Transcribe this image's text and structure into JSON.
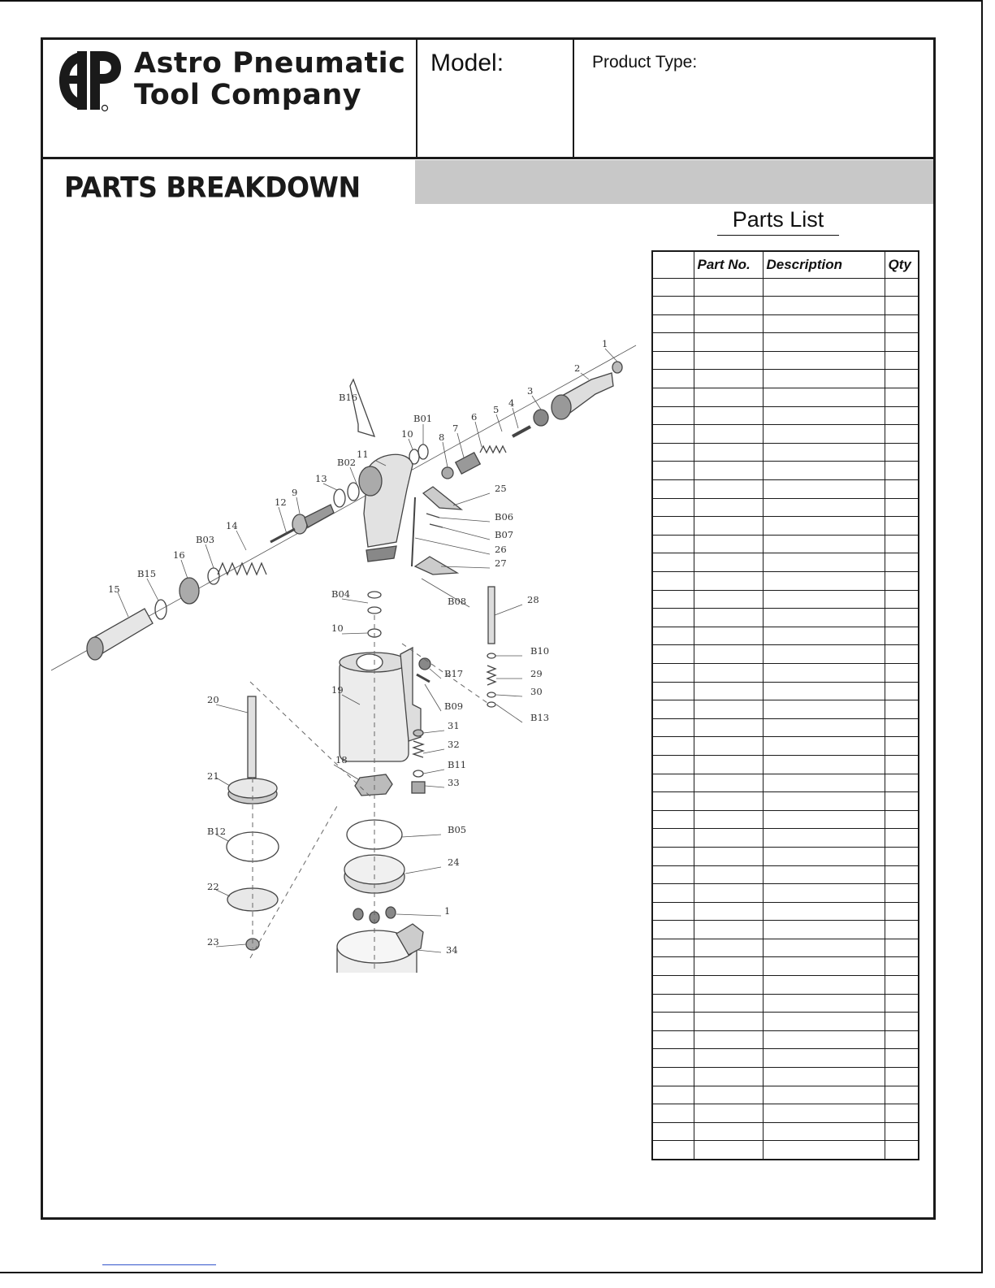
{
  "header": {
    "company_line1": "Astro Pneumatic",
    "company_line2": "Tool Company",
    "model_label": "Model:",
    "product_type_label": "Product Type:"
  },
  "section_title": "PARTS BREAKDOWN",
  "parts_list": {
    "title": "Parts List",
    "columns": [
      "",
      "Part No.",
      "Description",
      "Qty"
    ],
    "empty_row_count": 48
  },
  "diagram_labels": [
    "1",
    "2",
    "3",
    "4",
    "5",
    "6",
    "7",
    "8",
    "B01",
    "10",
    "11",
    "B16",
    "B02",
    "13",
    "9",
    "12",
    "14",
    "B03",
    "16",
    "B15",
    "15",
    "25",
    "B06",
    "B07",
    "26",
    "27",
    "B08",
    "28",
    "B04",
    "10",
    "B10",
    "29",
    "30",
    "B13",
    "B17",
    "19",
    "B09",
    "31",
    "32",
    "B11",
    "33",
    "18",
    "20",
    "21",
    "B12",
    "22",
    "23",
    "B05",
    "24",
    "1",
    "34"
  ],
  "colors": {
    "border": "#1a1a1a",
    "gray_bar": "#c8c8c8",
    "link": "#3355cc"
  }
}
